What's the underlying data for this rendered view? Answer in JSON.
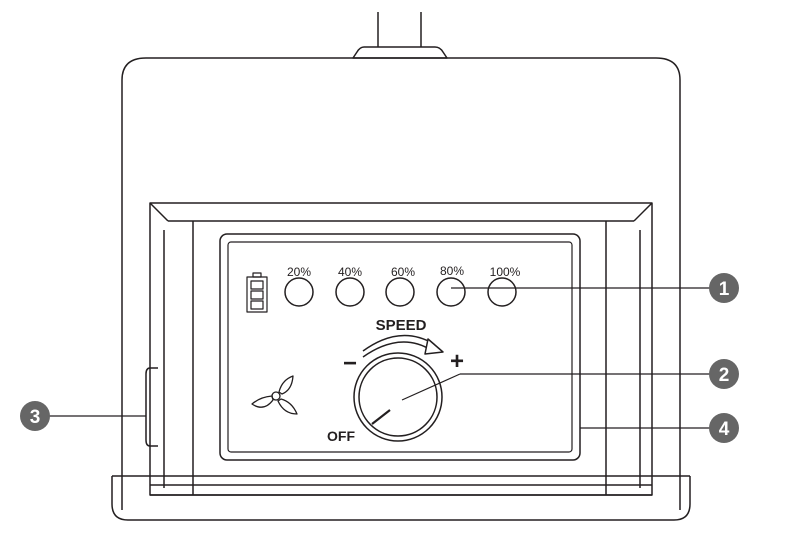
{
  "panel": {
    "levels": [
      "20%",
      "40%",
      "60%",
      "80%",
      "100%"
    ],
    "speed_label": "SPEED",
    "minus_label": "−",
    "plus_label": "+",
    "off_label": "OFF",
    "battery_bars": 3
  },
  "callouts": [
    {
      "number": "1"
    },
    {
      "number": "2"
    },
    {
      "number": "3"
    },
    {
      "number": "4"
    }
  ],
  "colors": {
    "line": "#231f20",
    "callout_fill": "#666666",
    "callout_text": "#ffffff"
  }
}
